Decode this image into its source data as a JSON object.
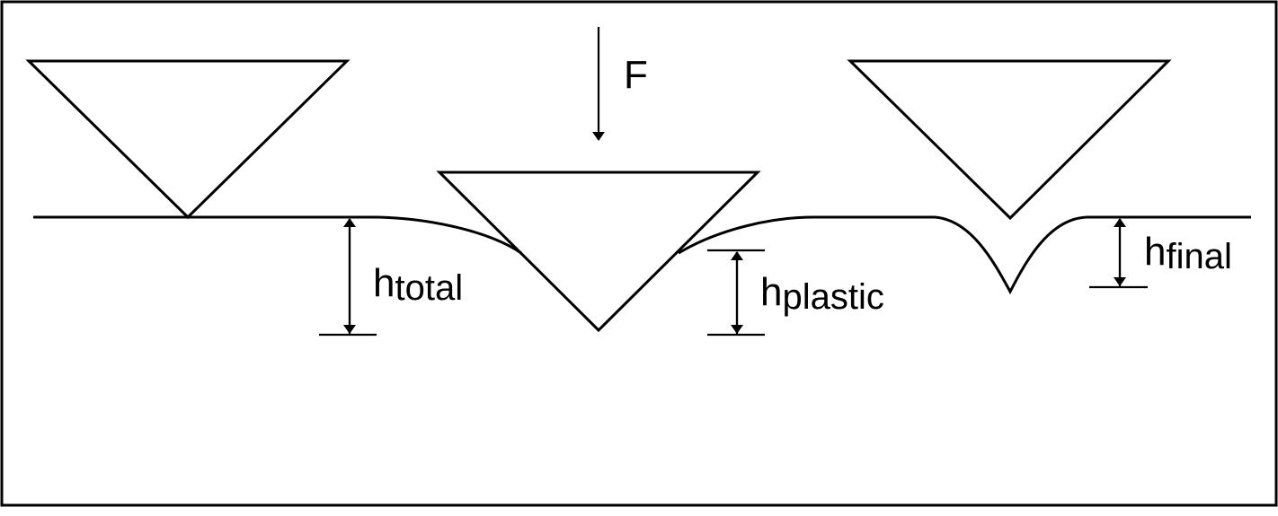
{
  "labels": {
    "force": "F",
    "h_total": {
      "base": "h",
      "sub": "total"
    },
    "h_plastic": {
      "base": "h",
      "sub": "plastic"
    },
    "h_final": {
      "base": "h",
      "sub": "final"
    }
  }
}
